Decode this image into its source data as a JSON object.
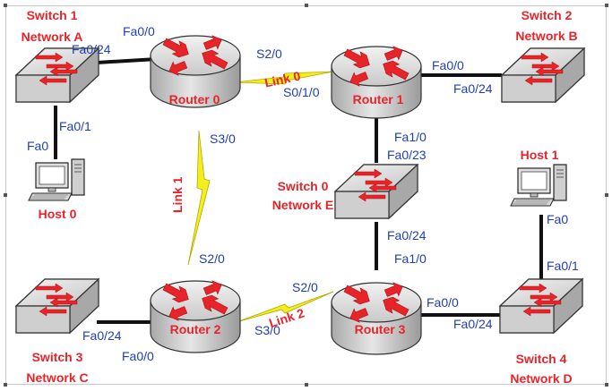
{
  "colors": {
    "device_label": "#e8242b",
    "port_label": "#1f3fb5",
    "cable": "#111111",
    "serial_bolt": "#f4ef1a",
    "router_body": "#d8d8d8",
    "switch_body": "#d8d8d8",
    "arrow": "#e8242b"
  },
  "devices": {
    "switch1": {
      "line1": "Switch 1",
      "line2": "Network A"
    },
    "switch2": {
      "line1": "Switch 2",
      "line2": "Network B"
    },
    "switch0": {
      "line1": "Switch 0",
      "line2": "Network E"
    },
    "switch3": {
      "line1": "Switch 3",
      "line2": "Network C"
    },
    "switch4": {
      "line1": "Switch 4",
      "line2": "Network D"
    },
    "router0": {
      "name": "Router 0"
    },
    "router1": {
      "name": "Router 1"
    },
    "router2": {
      "name": "Router 2"
    },
    "router3": {
      "name": "Router 3"
    },
    "host0": {
      "name": "Host 0"
    },
    "host1": {
      "name": "Host 1"
    }
  },
  "ports": {
    "r0_fa00": "Fa0/0",
    "s1_fa024": "Fa0/24",
    "s1_fa01": "Fa0/1",
    "h0_fa0": "Fa0",
    "r0_s20": "S2/0",
    "r1_s010": "S0/1/0",
    "r1_fa00": "Fa0/0",
    "s2_fa024": "Fa0/24",
    "r0_s30": "S3/0",
    "r1_fa10": "Fa1/0",
    "s0_fa023": "Fa0/23",
    "s0_fa024": "Fa0/24",
    "r3_fa10": "Fa1/0",
    "r2_s20": "S2/0",
    "r3_s20": "S2/0",
    "r2_s30": "S3/0",
    "r3_fa00": "Fa0/0",
    "s4_fa024": "Fa0/24",
    "s3_fa024": "Fa0/24",
    "r2_fa00": "Fa0/0",
    "h1_fa0": "Fa0",
    "s4_fa01": "Fa0/1"
  },
  "links": {
    "link0": "Link 0",
    "link1": "Link 1",
    "link2": "Link 2"
  }
}
